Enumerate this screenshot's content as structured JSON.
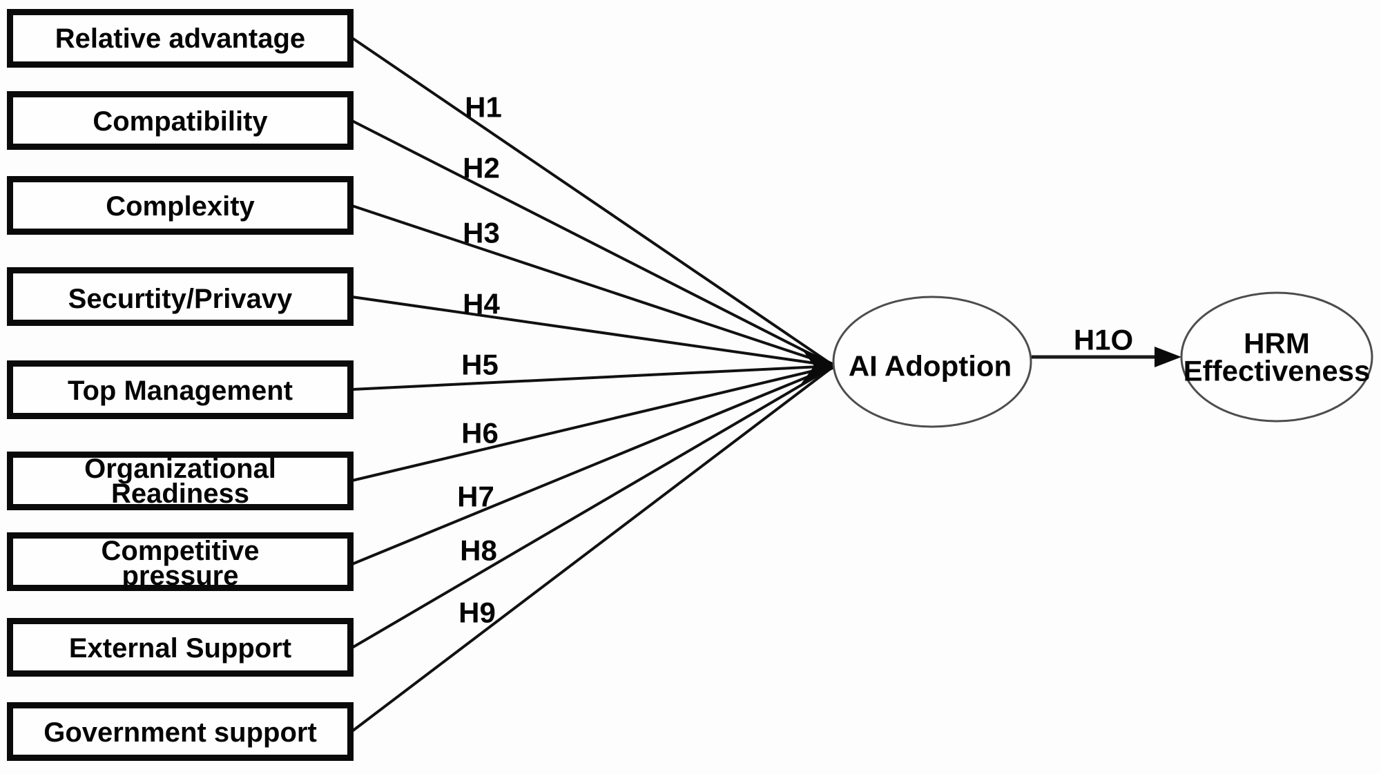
{
  "diagram": {
    "factors": [
      {
        "lines": [
          "Relative advantage"
        ],
        "hypothesis": "H1"
      },
      {
        "lines": [
          "Compatibility"
        ],
        "hypothesis": "H2"
      },
      {
        "lines": [
          "Complexity"
        ],
        "hypothesis": "H3"
      },
      {
        "lines": [
          "Securtity/Privavy"
        ],
        "hypothesis": "H4"
      },
      {
        "lines": [
          "Top Management"
        ],
        "hypothesis": "H5"
      },
      {
        "lines": [
          "Organizational",
          "Readiness"
        ],
        "hypothesis": "H6"
      },
      {
        "lines": [
          "Competitive",
          "pressure"
        ],
        "hypothesis": "H7"
      },
      {
        "lines": [
          "External Support"
        ],
        "hypothesis": "H8"
      },
      {
        "lines": [
          "Government support"
        ],
        "hypothesis": "H9"
      }
    ],
    "mediator": {
      "label": "AI Adoption"
    },
    "outcome": {
      "lines": [
        "HRM",
        "Effectiveness"
      ]
    },
    "outcome_path_label": "H1O",
    "colors": {
      "box_border": "#0a0a0a",
      "ellipse_border": "#4d4d4d",
      "line": "#111111",
      "text": "#050505",
      "background": "#fdfdfd"
    }
  }
}
